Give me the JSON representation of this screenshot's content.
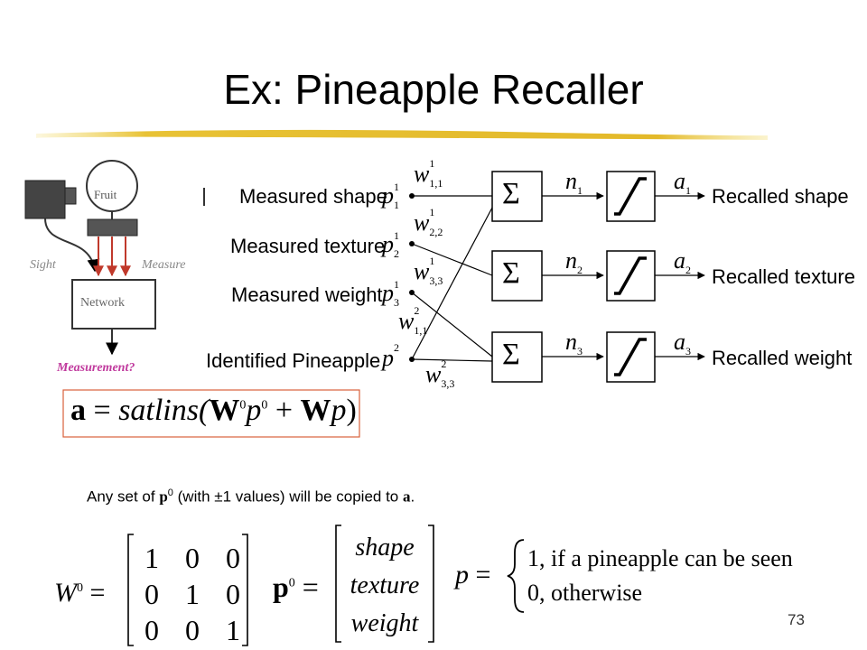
{
  "slide": {
    "title": "Ex: Pineapple Recaller",
    "page_number": "73"
  },
  "sketch": {
    "fruit_label": "Fruit",
    "network_label": "Network",
    "sight_label": "Sight",
    "measure_label": "Measure",
    "measurement_label": "Measurement?"
  },
  "network": {
    "inputs": [
      "Measured shape",
      "Measured texture",
      "Measured weight",
      "Identified Pineapple"
    ],
    "outputs": [
      "Recalled shape",
      "Recalled texture",
      "Recalled weight"
    ],
    "sum_symbol": "Σ",
    "input_symbols": [
      "p",
      "p",
      "p",
      "p"
    ],
    "input_sup": [
      "1",
      "1",
      "1",
      "2"
    ],
    "input_sub": [
      "1",
      "2",
      "3",
      ""
    ],
    "weight_symbols": [
      "w",
      "w",
      "w",
      "w",
      "w"
    ],
    "weight_sup": [
      "1",
      "1",
      "1",
      "2",
      "2"
    ],
    "weight_sub": [
      "1,1",
      "2,2",
      "3,3",
      "1,1",
      "3,3"
    ],
    "net_symbols": [
      "n",
      "n",
      "n"
    ],
    "net_sub": [
      "1",
      "2",
      "3"
    ],
    "out_symbols": [
      "a",
      "a",
      "a"
    ],
    "out_sub": [
      "1",
      "2",
      "3"
    ]
  },
  "equation": {
    "a": "a",
    "eq": "=",
    "fn": "satlins(",
    "W0": "W",
    "sup0": "0",
    "p0": "p",
    "plus": "+",
    "W": "W",
    "p": "p",
    "close": ")"
  },
  "note": {
    "prefix": "Any set of ",
    "p": "p",
    "sup": "0",
    "middle": " (with ±1 values) will be copied to ",
    "a": "a",
    "end": "."
  },
  "matrices": {
    "W0_label": "W",
    "W0_sup": "0",
    "eq": "=",
    "W0_rows": [
      [
        "1",
        "0",
        "0"
      ],
      [
        "0",
        "1",
        "0"
      ],
      [
        "0",
        "0",
        "1"
      ]
    ],
    "p0_label": "p",
    "p0_sup": "0",
    "p0_entries": [
      "shape",
      "texture",
      "weight"
    ],
    "p_label": "p",
    "p_cases": [
      {
        "value": "1,",
        "condition": "if a pineapple can be seen"
      },
      {
        "value": "0,",
        "condition": "otherwise"
      }
    ]
  }
}
